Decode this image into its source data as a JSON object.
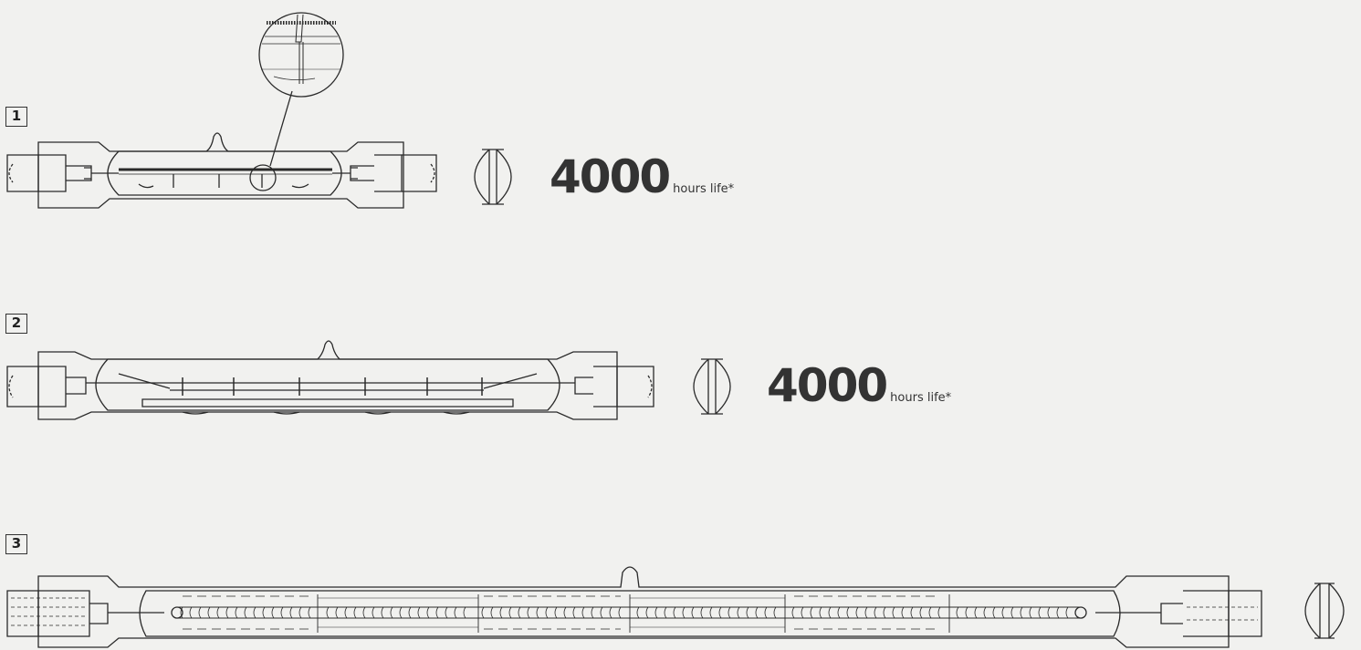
{
  "lamps": [
    {
      "id": "lamp-1",
      "label": "1",
      "life_value": "4000",
      "life_unit": "hours life*"
    },
    {
      "id": "lamp-2",
      "label": "2",
      "life_value": "4000",
      "life_unit": "hours life*"
    },
    {
      "id": "lamp-3",
      "label": "3"
    }
  ],
  "colors": {
    "line": "#2a2a2a",
    "background": "#f1f1ef",
    "text": "#333333"
  }
}
